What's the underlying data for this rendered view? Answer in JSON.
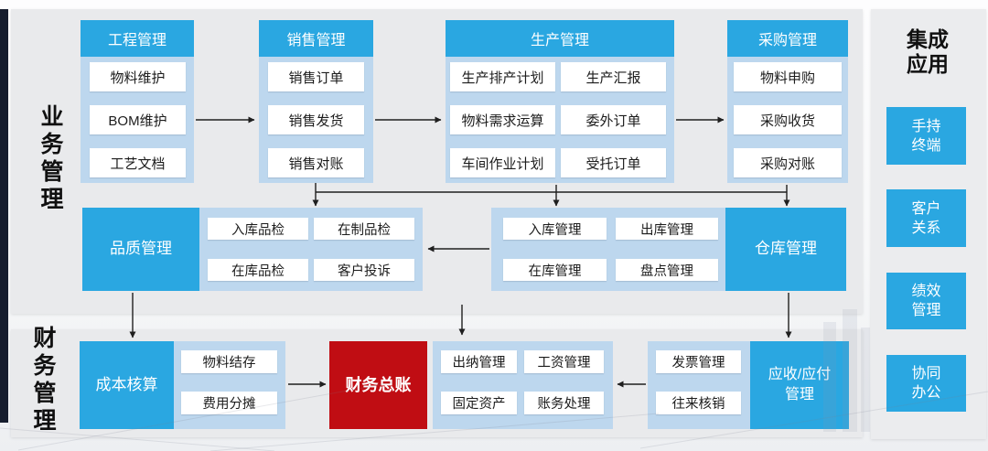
{
  "sections": {
    "business": "业务管理",
    "finance": "财务管理"
  },
  "colors": {
    "accent_blue": "#2aa7e1",
    "light_blue": "#bdd7ee",
    "accent_red": "#c00d13",
    "panel_gray": "#e9eaec",
    "dark_bar": "#161d2e"
  },
  "business": {
    "columns": [
      {
        "header": "工程管理",
        "items": [
          "物料维护",
          "BOM维护",
          "工艺文档"
        ]
      },
      {
        "header": "销售管理",
        "items": [
          "销售订单",
          "销售发货",
          "销售对账"
        ]
      },
      {
        "header": "生产管理",
        "items": [
          "生产排产计划",
          "生产汇报",
          "物料需求运算",
          "委外订单",
          "车间作业计划",
          "受托订单"
        ]
      },
      {
        "header": "采购管理",
        "items": [
          "物料申购",
          "采购收货",
          "采购对账"
        ]
      }
    ],
    "quality": {
      "title": "品质管理",
      "items": [
        "入库品检",
        "在制品检",
        "在库品检",
        "客户投诉"
      ]
    },
    "warehouse": {
      "title": "仓库管理",
      "items": [
        "入库管理",
        "出库管理",
        "在库管理",
        "盘点管理"
      ]
    }
  },
  "finance": {
    "cost": {
      "title": "成本核算",
      "items": [
        "物料结存",
        "费用分摊"
      ]
    },
    "ledger": {
      "title": "财务总账"
    },
    "treasury": {
      "items": [
        "出纳管理",
        "工资管理",
        "固定资产",
        "账务处理"
      ]
    },
    "invoice": {
      "items": [
        "发票管理",
        "往来核销"
      ]
    },
    "arap": {
      "title": "应收/应付\n管理"
    }
  },
  "sidebar": {
    "title": "集成\n应用",
    "items": [
      "手持\n终端",
      "客户\n关系",
      "绩效\n管理",
      "协同\n办公"
    ]
  }
}
